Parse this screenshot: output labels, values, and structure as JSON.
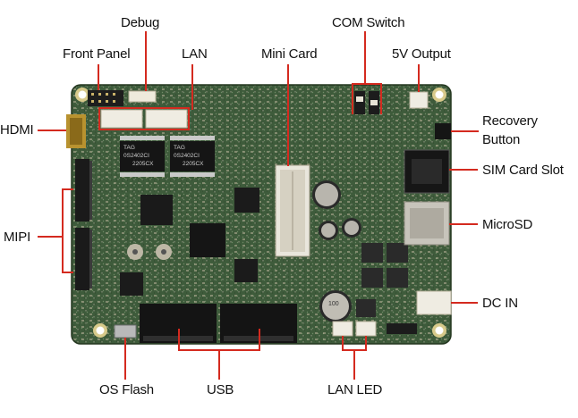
{
  "labels": {
    "debug": "Debug",
    "com_switch": "COM Switch",
    "front_panel": "Front Panel",
    "lan": "LAN",
    "mini_card": "Mini Card",
    "output_5v": "5V Output",
    "hdmi": "HDMI",
    "recovery_line1": "Recovery",
    "recovery_line2": "Button",
    "sim_card_slot": "SIM Card Slot",
    "mipi": "MIPI",
    "microsd": "MicroSD",
    "dc_in": "DC IN",
    "os_flash": "OS Flash",
    "usb": "USB",
    "lan_led": "LAN LED"
  },
  "chip_marks": {
    "chip1_line1": "TAG",
    "chip1_line2": "0S2402CI",
    "chip1_line3": "2205CX",
    "chip2_line1": "TAG",
    "chip2_line2": "0S2402CI",
    "chip2_line3": "2205CX",
    "cap_big": "100"
  },
  "colors": {
    "pcb": "#3d5a3a",
    "callout": "#d42a1f",
    "label": "#111111"
  }
}
